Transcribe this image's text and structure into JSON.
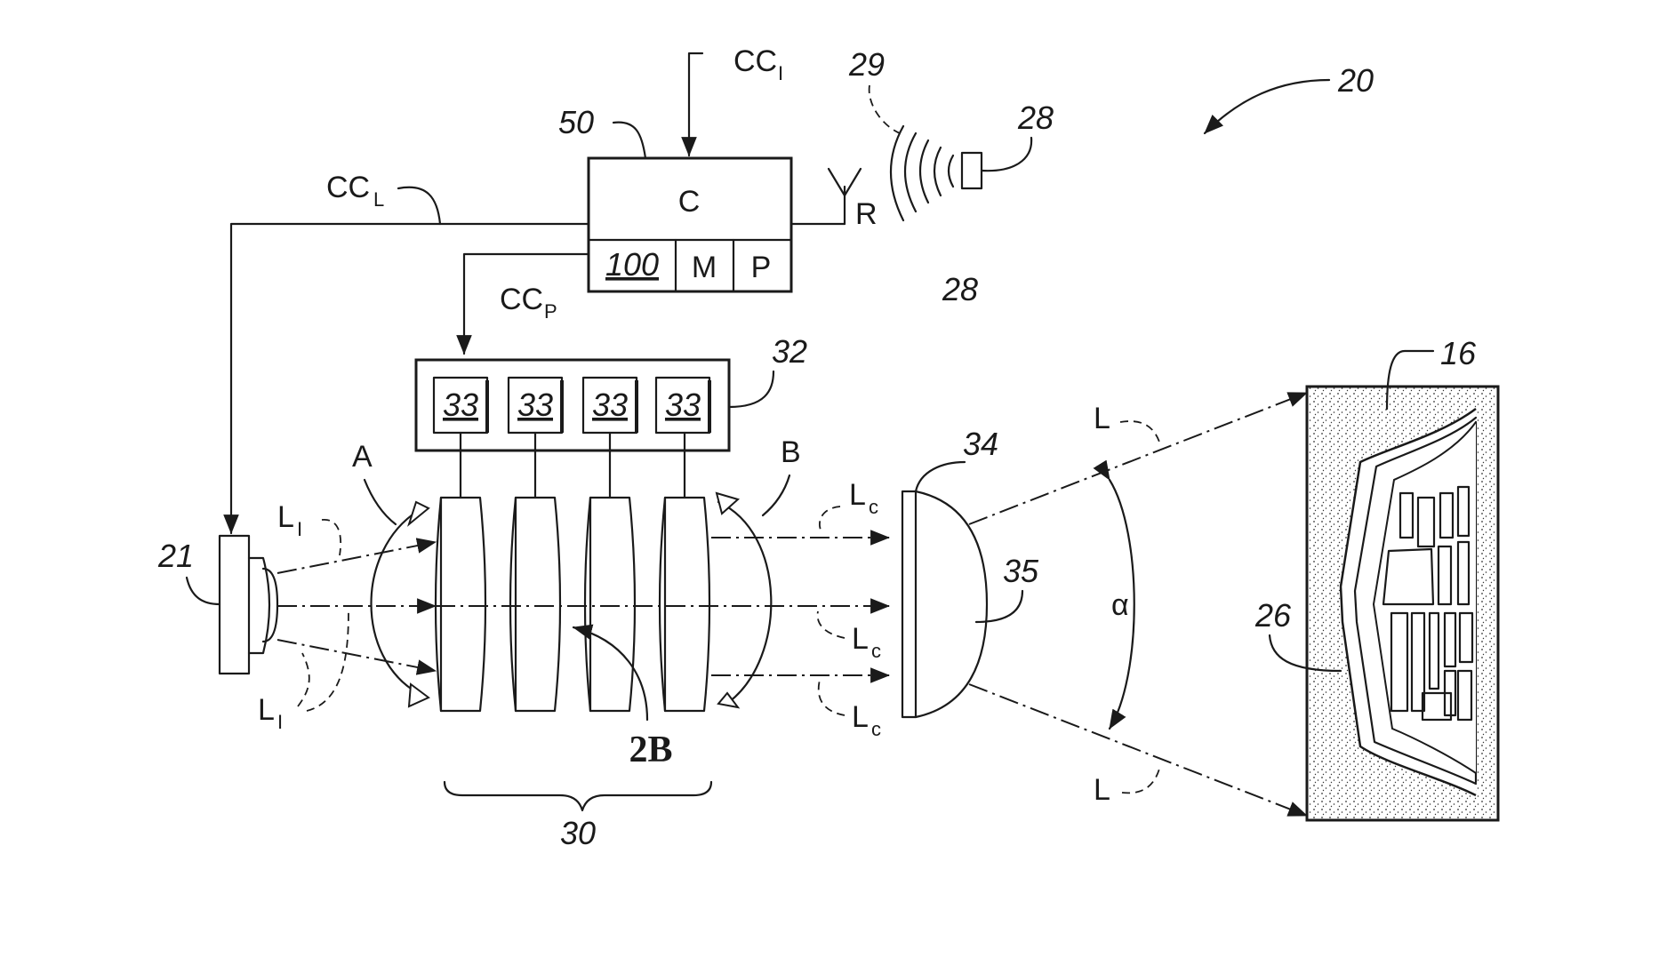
{
  "labels": {
    "system_ref": "20",
    "controller_ref": "50",
    "controller_letter": "C",
    "module_ref": "100",
    "memory_letter": "M",
    "processor_letter": "P",
    "antenna_letter": "R",
    "signal_ref": "29",
    "device_ref": "28",
    "device_ref_alt": "28",
    "input_signal_main": "CC",
    "input_signal_sub": "I",
    "laser_signal_main": "CC",
    "laser_signal_sub": "L",
    "prism_signal_main": "CC",
    "prism_signal_sub": "P",
    "driver_ref": "32",
    "driver_cell_1": "33",
    "driver_cell_2": "33",
    "driver_cell_3": "33",
    "driver_cell_4": "33",
    "light_source_ref": "21",
    "initial_light_main_1": "L",
    "initial_light_sub_1": "I",
    "initial_light_main_2": "L",
    "initial_light_sub_2": "I",
    "rotation_a": "A",
    "rotation_b": "B",
    "collimated_main_1": "L",
    "collimated_sub_1": "c",
    "collimated_main_2": "L",
    "collimated_sub_2": "c",
    "collimated_main_3": "L",
    "collimated_sub_3": "c",
    "lens_ref": "34",
    "lens_surface_ref": "35",
    "angle_symbol": "α",
    "output_light_1": "L",
    "output_light_2": "L",
    "target_ref": "16",
    "image_ref": "26",
    "prism_stack_ref": "30",
    "detail_ref": "2B"
  }
}
